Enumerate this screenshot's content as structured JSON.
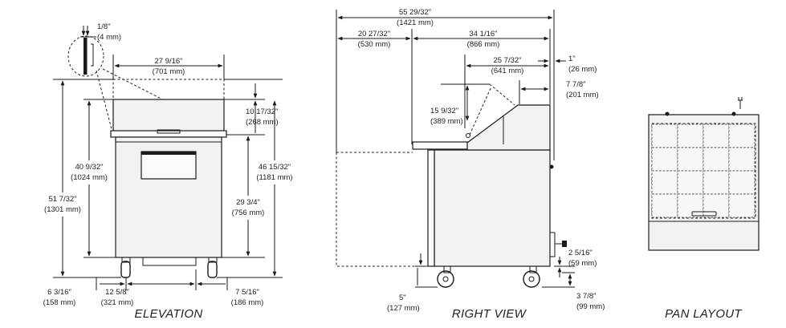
{
  "views": {
    "elevation": {
      "caption": "ELEVATION",
      "dims": {
        "gasket_in": "1/8\"",
        "gasket_mm": "(4 mm)",
        "top_width_in": "27 9/16\"",
        "top_width_mm": "(701 mm)",
        "lid_height_in": "10 17/32\"",
        "lid_height_mm": "(268 mm)",
        "body_height_in": "40 9/32\"",
        "body_height_mm": "(1024 mm)",
        "overall_height_in": "51 7/32\"",
        "overall_height_mm": "(1301 mm)",
        "work_height_in": "29 3/4\"",
        "work_height_mm": "(756 mm)",
        "total_height_in": "46 15/32\"",
        "total_height_mm": "(1181 mm)",
        "caster_offset_in": "6 3/16\"",
        "caster_offset_mm": "(158 mm)",
        "caster_span_in": "12 5/8\"",
        "caster_span_mm": "(321 mm)",
        "side_offset_in": "7 5/16\"",
        "side_offset_mm": "(186 mm)"
      }
    },
    "right": {
      "caption": "RIGHT VIEW",
      "dims": {
        "overall_depth_in": "55 29/32\"",
        "overall_depth_mm": "(1421 mm)",
        "board_in": "20 27/32\"",
        "board_mm": "(530 mm)",
        "cabinet_depth_in": "34 1/16\"",
        "cabinet_depth_mm": "(866 mm)",
        "lid_depth_in": "25 7/32\"",
        "lid_depth_mm": "(641 mm)",
        "back_in": "1\"",
        "back_mm": "(26 mm)",
        "hood_depth_in": "7 7/8\"",
        "hood_depth_mm": "(201 mm)",
        "lid_open_in": "15 9/32\"",
        "lid_open_mm": "(389 mm)",
        "cord_in": "2 5/16\"",
        "cord_mm": "(59 mm)",
        "caster_front_in": "5\"",
        "caster_front_mm": "(127 mm)",
        "caster_h_in": "3 7/8\"",
        "caster_h_mm": "(99 mm)"
      }
    },
    "pan": {
      "caption": "PAN LAYOUT"
    }
  },
  "colors": {
    "line": "#1a1a1a",
    "fill": "#f2f2f2",
    "text": "#222222"
  }
}
